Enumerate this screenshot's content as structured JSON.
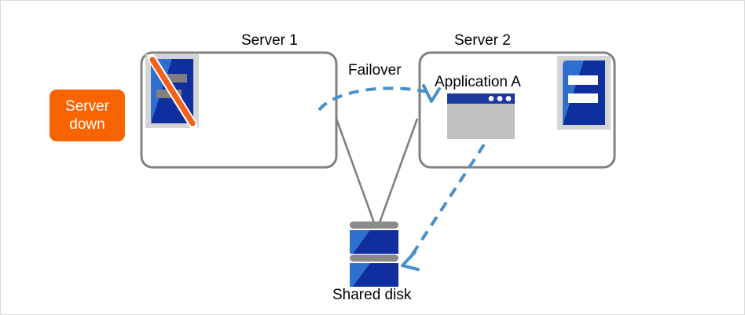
{
  "diagram": {
    "title_labels": {
      "server1": "Server 1",
      "server2": "Server 2",
      "shared_disk": "Shared disk"
    },
    "badge": {
      "line1": "Server",
      "line2": "down",
      "color": "#fa6400",
      "text_color": "#ffffff"
    },
    "failover": {
      "label": "Failover",
      "arrow_color": "#4a90c8",
      "style": "dashed-curved-arrow"
    },
    "application": {
      "label": "Application A",
      "window_titlebar_color": "#1b3a9e",
      "window_body_color": "#c0c0c0",
      "dots": 3
    },
    "disk_link": {
      "arrow_color": "#4a90c8",
      "style": "dashed-straight-arrow"
    },
    "servers": [
      {
        "name": "server-1",
        "state": "down",
        "icon": "server-icon-down",
        "icon_bar_color": "#7f7f7f",
        "icon_body_color": "#0f2f9e",
        "slash_color": "#f4601a",
        "box_border_color": "#808080"
      },
      {
        "name": "server-2",
        "state": "active",
        "icon": "server-icon-active",
        "icon_bar_color": "#ffffff",
        "icon_body_color": "#0f2f9e",
        "box_border_color": "#808080"
      }
    ],
    "shared_disk": {
      "units": 2,
      "bar_color": "#8a8a8a",
      "body_color_light": "#2f6fd0",
      "body_color_dark": "#0f2f9e"
    },
    "connectors": {
      "color": "#808080",
      "from_server1": true,
      "from_server2": true
    }
  }
}
